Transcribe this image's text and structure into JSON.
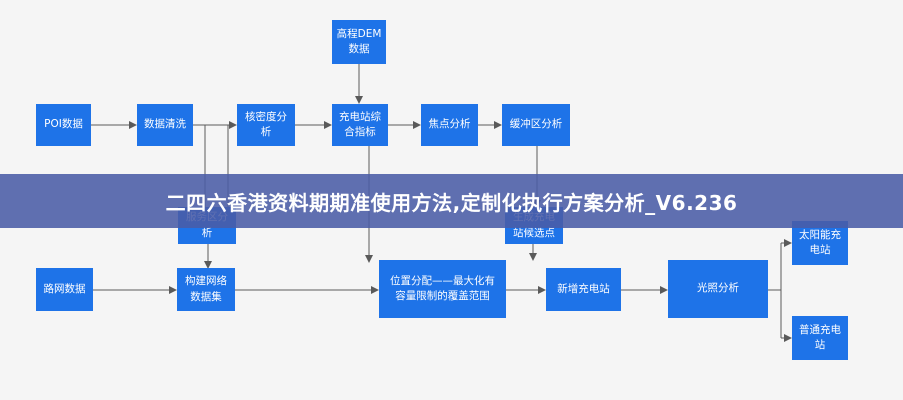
{
  "colors": {
    "node": "#1e73e8",
    "edge": "#5a5a5a",
    "banner": "#4a5ca6",
    "background": "#f5f5f5"
  },
  "banner": {
    "title": "二四六香港资料期期准使用方法,定制化执行方案分析_V6.236"
  },
  "nodes": {
    "dem": "高程DEM\n数据",
    "poi": "POI数据",
    "clean": "数据清洗",
    "kde": "核密度分\n析",
    "index": "充电站综\n合指标",
    "hotspot": "焦点分析",
    "buffer": "缓冲区分析",
    "service": "服务区分\n析",
    "candidate": "生成充电\n站候选点",
    "road": "路网数据",
    "network": "构建网络\n数据集",
    "allocate": "位置分配——最大化有\n容量限制的覆盖范围",
    "newstation": "新增充电站",
    "light": "光照分析",
    "solar": "太阳能充\n电站",
    "normal": "普通充电\n站"
  }
}
